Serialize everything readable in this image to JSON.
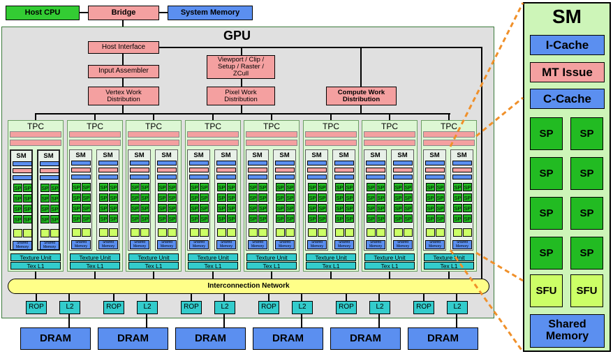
{
  "top": {
    "host_cpu": "Host CPU",
    "bridge": "Bridge",
    "system_memory": "System Memory"
  },
  "gpu": {
    "title": "GPU",
    "host_interface": "Host Interface",
    "input_assembler": "Input Assembler",
    "viewport": "Viewport / Clip / Setup / Raster / ZCull",
    "vertex_work": "Vertex Work Distribution",
    "pixel_work": "Pixel Work Distribution",
    "compute_work": "Compute Work Distribution",
    "tpc_label": "TPC",
    "sm_label": "SM",
    "sp_label": "SP",
    "shared_memory_small": "Shared Memory",
    "texture_unit": "Texture Unit",
    "tex_l1": "Tex L1",
    "interconnect": "Interconnection Network",
    "rop": "ROP",
    "l2": "L2",
    "dram": "DRAM",
    "tpc_count": 8,
    "partition_count": 6
  },
  "sm_detail": {
    "title": "SM",
    "icache": "I-Cache",
    "mt_issue": "MT Issue",
    "ccache": "C-Cache",
    "sp": "SP",
    "sfu": "SFU",
    "shared_memory": "Shared Memory"
  },
  "colors": {
    "control_pink": "#f4a0a0",
    "cpu_green": "#33cc33",
    "memory_blue": "#5b8ff0",
    "texture_cyan": "#33cccc",
    "interconnect_yellow": "#ffff88",
    "sfu_lime": "#ccff66",
    "callout_orange": "#f0902a"
  }
}
